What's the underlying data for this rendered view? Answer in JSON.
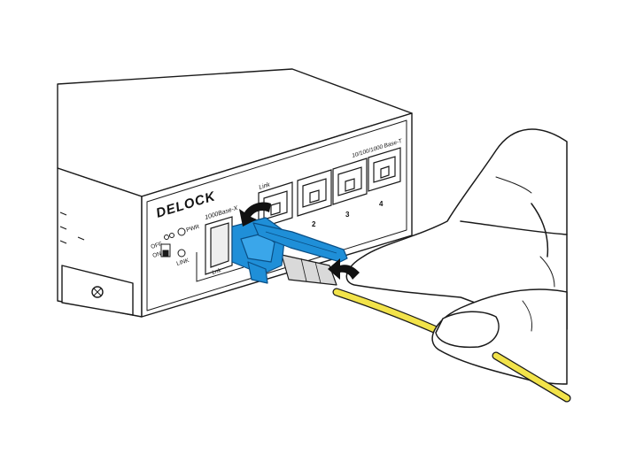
{
  "brand": {
    "logo_text": "DELOCK"
  },
  "panel": {
    "sfp_port_label": "1000Base-X",
    "link_label_top": "Link",
    "lnk_label_bottom": "Lnk",
    "rj45_group_label": "10/100/1000 Base-T",
    "port_numbers": [
      "2",
      "3",
      "4"
    ],
    "pwr_label": "PWR",
    "link_led_label": "LINK",
    "switch_off_label": "OFF",
    "switch_on_label": "ON"
  },
  "colors": {
    "connector_blue": "#1f8fd8",
    "connector_dark": "#0a4f86",
    "fiber_yellow": "#f2e34a",
    "arrow_black": "#111111",
    "outline": "#1a1a1a"
  },
  "icons": {
    "push_arrow": "curved-arrow-icon",
    "screw": "screw-icon"
  }
}
